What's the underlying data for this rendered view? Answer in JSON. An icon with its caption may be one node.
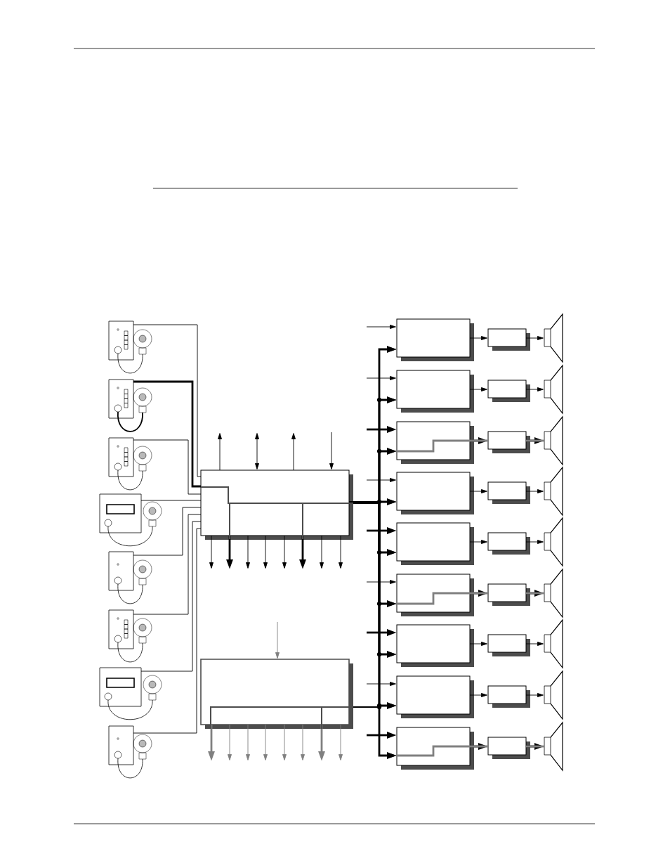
{
  "diagram": {
    "nodes": [
      {
        "text": [],
        "shape": "panel"
      },
      {
        "text": [],
        "shape": "panel"
      },
      {
        "text": [],
        "shape": "panel"
      },
      {
        "text": [],
        "shape": "panel"
      },
      {
        "text": [],
        "shape": "panel"
      },
      {
        "text": [],
        "shape": "panel"
      },
      {
        "text": [],
        "shape": "panel"
      },
      {
        "text": [],
        "shape": "panel"
      },
      {
        "text": [],
        "shape": "box"
      },
      {
        "text": [],
        "shape": "box"
      },
      {
        "text": [],
        "shape": "box"
      },
      {
        "text": [],
        "shape": "box"
      },
      {
        "text": [],
        "shape": "box"
      },
      {
        "text": [],
        "shape": "box"
      },
      {
        "text": [],
        "shape": "box"
      },
      {
        "text": [],
        "shape": "box"
      },
      {
        "text": [],
        "shape": "box"
      },
      {
        "text": [],
        "shape": "box"
      },
      {
        "text": [],
        "shape": "box"
      },
      {
        "text": [],
        "shape": "box"
      },
      {
        "text": [],
        "shape": "box"
      },
      {
        "text": [],
        "shape": "box"
      },
      {
        "text": [],
        "shape": "box"
      },
      {
        "text": [],
        "shape": "box"
      },
      {
        "text": [],
        "shape": "box"
      },
      {
        "text": [],
        "shape": "box"
      },
      {
        "text": [],
        "shape": "box"
      },
      {
        "text": [],
        "shape": "box"
      },
      {
        "text": [],
        "shape": "speaker"
      },
      {
        "text": [],
        "shape": "speaker"
      },
      {
        "text": [],
        "shape": "speaker"
      },
      {
        "text": [],
        "shape": "speaker"
      },
      {
        "text": [],
        "shape": "speaker"
      },
      {
        "text": [],
        "shape": "speaker"
      },
      {
        "text": [],
        "shape": "speaker"
      },
      {
        "text": [],
        "shape": "speaker"
      },
      {
        "text": [],
        "shape": "speaker"
      }
    ],
    "edges": [
      {
        "from": 0,
        "to": 8,
        "arrow": "none"
      },
      {
        "from": 1,
        "to": 8,
        "arrow": "none",
        "style": "thick"
      },
      {
        "from": 2,
        "to": 8,
        "arrow": "none"
      },
      {
        "from": 3,
        "to": 8,
        "arrow": "none"
      },
      {
        "from": 4,
        "to": 8,
        "arrow": "none"
      },
      {
        "from": 5,
        "to": 8,
        "arrow": "none"
      },
      {
        "from": 6,
        "to": 8,
        "arrow": "none"
      },
      {
        "from": 7,
        "to": 8,
        "arrow": "none"
      },
      {
        "from": 8,
        "to": null,
        "arrow": "to"
      },
      {
        "from": 8,
        "to": null,
        "arrow": "both"
      },
      {
        "from": 8,
        "to": null,
        "arrow": "to"
      },
      {
        "from": null,
        "to": 8,
        "arrow": "to"
      },
      {
        "from": 8,
        "to": null,
        "arrow": "to"
      },
      {
        "from": 8,
        "to": null,
        "arrow": "to",
        "style": "thick"
      },
      {
        "from": 8,
        "to": null,
        "arrow": "to"
      },
      {
        "from": 8,
        "to": null,
        "arrow": "to"
      },
      {
        "from": 8,
        "to": null,
        "arrow": "to"
      },
      {
        "from": 8,
        "to": null,
        "arrow": "to",
        "style": "thick"
      },
      {
        "from": 8,
        "to": null,
        "arrow": "to"
      },
      {
        "from": 8,
        "to": null,
        "arrow": "to"
      },
      {
        "from": null,
        "to": 9,
        "arrow": "to",
        "color": "#808080"
      },
      {
        "from": 9,
        "to": null,
        "arrow": "to",
        "style": "thick",
        "color": "#808080"
      },
      {
        "from": 9,
        "to": null,
        "arrow": "to",
        "color": "#808080"
      },
      {
        "from": 9,
        "to": null,
        "arrow": "to",
        "color": "#808080"
      },
      {
        "from": 9,
        "to": null,
        "arrow": "to",
        "color": "#808080"
      },
      {
        "from": 9,
        "to": null,
        "arrow": "to",
        "color": "#808080"
      },
      {
        "from": 9,
        "to": null,
        "arrow": "to",
        "color": "#808080"
      },
      {
        "from": 9,
        "to": null,
        "arrow": "to",
        "style": "thick",
        "color": "#808080"
      },
      {
        "from": 9,
        "to": null,
        "arrow": "to",
        "color": "#808080"
      },
      {
        "from": null,
        "to": 10,
        "arrow": "to"
      },
      {
        "from": null,
        "to": 11,
        "arrow": "to"
      },
      {
        "from": null,
        "to": 12,
        "arrow": "to",
        "style": "thick"
      },
      {
        "from": null,
        "to": 13,
        "arrow": "to"
      },
      {
        "from": null,
        "to": 14,
        "arrow": "to",
        "style": "thick"
      },
      {
        "from": null,
        "to": 15,
        "arrow": "to"
      },
      {
        "from": null,
        "to": 16,
        "arrow": "to",
        "style": "thick"
      },
      {
        "from": null,
        "to": 17,
        "arrow": "to"
      },
      {
        "from": null,
        "to": 18,
        "arrow": "to",
        "style": "thick"
      },
      {
        "from": 8,
        "to": 10,
        "arrow": "to",
        "style": "thick"
      },
      {
        "from": 8,
        "to": 11,
        "arrow": "to",
        "style": "thick"
      },
      {
        "from": 8,
        "to": 12,
        "arrow": "to",
        "style": "thick"
      },
      {
        "from": 8,
        "to": 13,
        "arrow": "to",
        "style": "thick"
      },
      {
        "from": 8,
        "to": 14,
        "arrow": "to",
        "style": "thick"
      },
      {
        "from": 8,
        "to": 15,
        "arrow": "to",
        "style": "thick"
      },
      {
        "from": 8,
        "to": 16,
        "arrow": "to",
        "style": "thick"
      },
      {
        "from": 8,
        "to": 17,
        "arrow": "to",
        "style": "thick"
      },
      {
        "from": 8,
        "to": 18,
        "arrow": "to",
        "style": "thick"
      },
      {
        "from": 9,
        "to": 10,
        "arrow": "to"
      },
      {
        "from": 9,
        "to": 11,
        "arrow": "to"
      },
      {
        "from": 9,
        "to": 12,
        "arrow": "to"
      },
      {
        "from": 9,
        "to": 13,
        "arrow": "to"
      },
      {
        "from": 9,
        "to": 14,
        "arrow": "to"
      },
      {
        "from": 9,
        "to": 15,
        "arrow": "to"
      },
      {
        "from": 9,
        "to": 16,
        "arrow": "to"
      },
      {
        "from": 9,
        "to": 17,
        "arrow": "to"
      },
      {
        "from": 9,
        "to": 18,
        "arrow": "to"
      },
      {
        "from": 10,
        "to": 19,
        "arrow": "to"
      },
      {
        "from": 11,
        "to": 20,
        "arrow": "to"
      },
      {
        "from": 12,
        "to": 21,
        "arrow": "to",
        "style": "thick"
      },
      {
        "from": 13,
        "to": 22,
        "arrow": "to"
      },
      {
        "from": 14,
        "to": 23,
        "arrow": "to"
      },
      {
        "from": 15,
        "to": 24,
        "arrow": "to",
        "style": "thick"
      },
      {
        "from": 16,
        "to": 25,
        "arrow": "to"
      },
      {
        "from": 17,
        "to": 26,
        "arrow": "to"
      },
      {
        "from": 18,
        "to": 27,
        "arrow": "to",
        "style": "thick"
      },
      {
        "from": 19,
        "to": 28,
        "arrow": "to"
      },
      {
        "from": 20,
        "to": 29,
        "arrow": "to"
      },
      {
        "from": 21,
        "to": 30,
        "arrow": "to",
        "style": "thick"
      },
      {
        "from": 22,
        "to": 31,
        "arrow": "to"
      },
      {
        "from": 23,
        "to": 32,
        "arrow": "to"
      },
      {
        "from": 24,
        "to": 33,
        "arrow": "to",
        "style": "thick"
      },
      {
        "from": 25,
        "to": 34,
        "arrow": "to"
      },
      {
        "from": 26,
        "to": 35,
        "arrow": "to"
      },
      {
        "from": 27,
        "to": 36,
        "arrow": "to",
        "style": "thick"
      },
      {
        "from": 12,
        "to": 21,
        "arrow": "none",
        "style": "thick",
        "color": "#808080"
      },
      {
        "from": 21,
        "to": 30,
        "arrow": "none",
        "style": "thick",
        "color": "#808080"
      },
      {
        "from": 15,
        "to": 24,
        "arrow": "none",
        "style": "thick",
        "color": "#808080"
      },
      {
        "from": 24,
        "to": 33,
        "arrow": "none",
        "style": "thick",
        "color": "#808080"
      },
      {
        "from": 18,
        "to": 27,
        "arrow": "none",
        "style": "thick",
        "color": "#808080"
      },
      {
        "from": 27,
        "to": 36,
        "arrow": "none",
        "style": "thick",
        "color": "#808080"
      }
    ]
  }
}
